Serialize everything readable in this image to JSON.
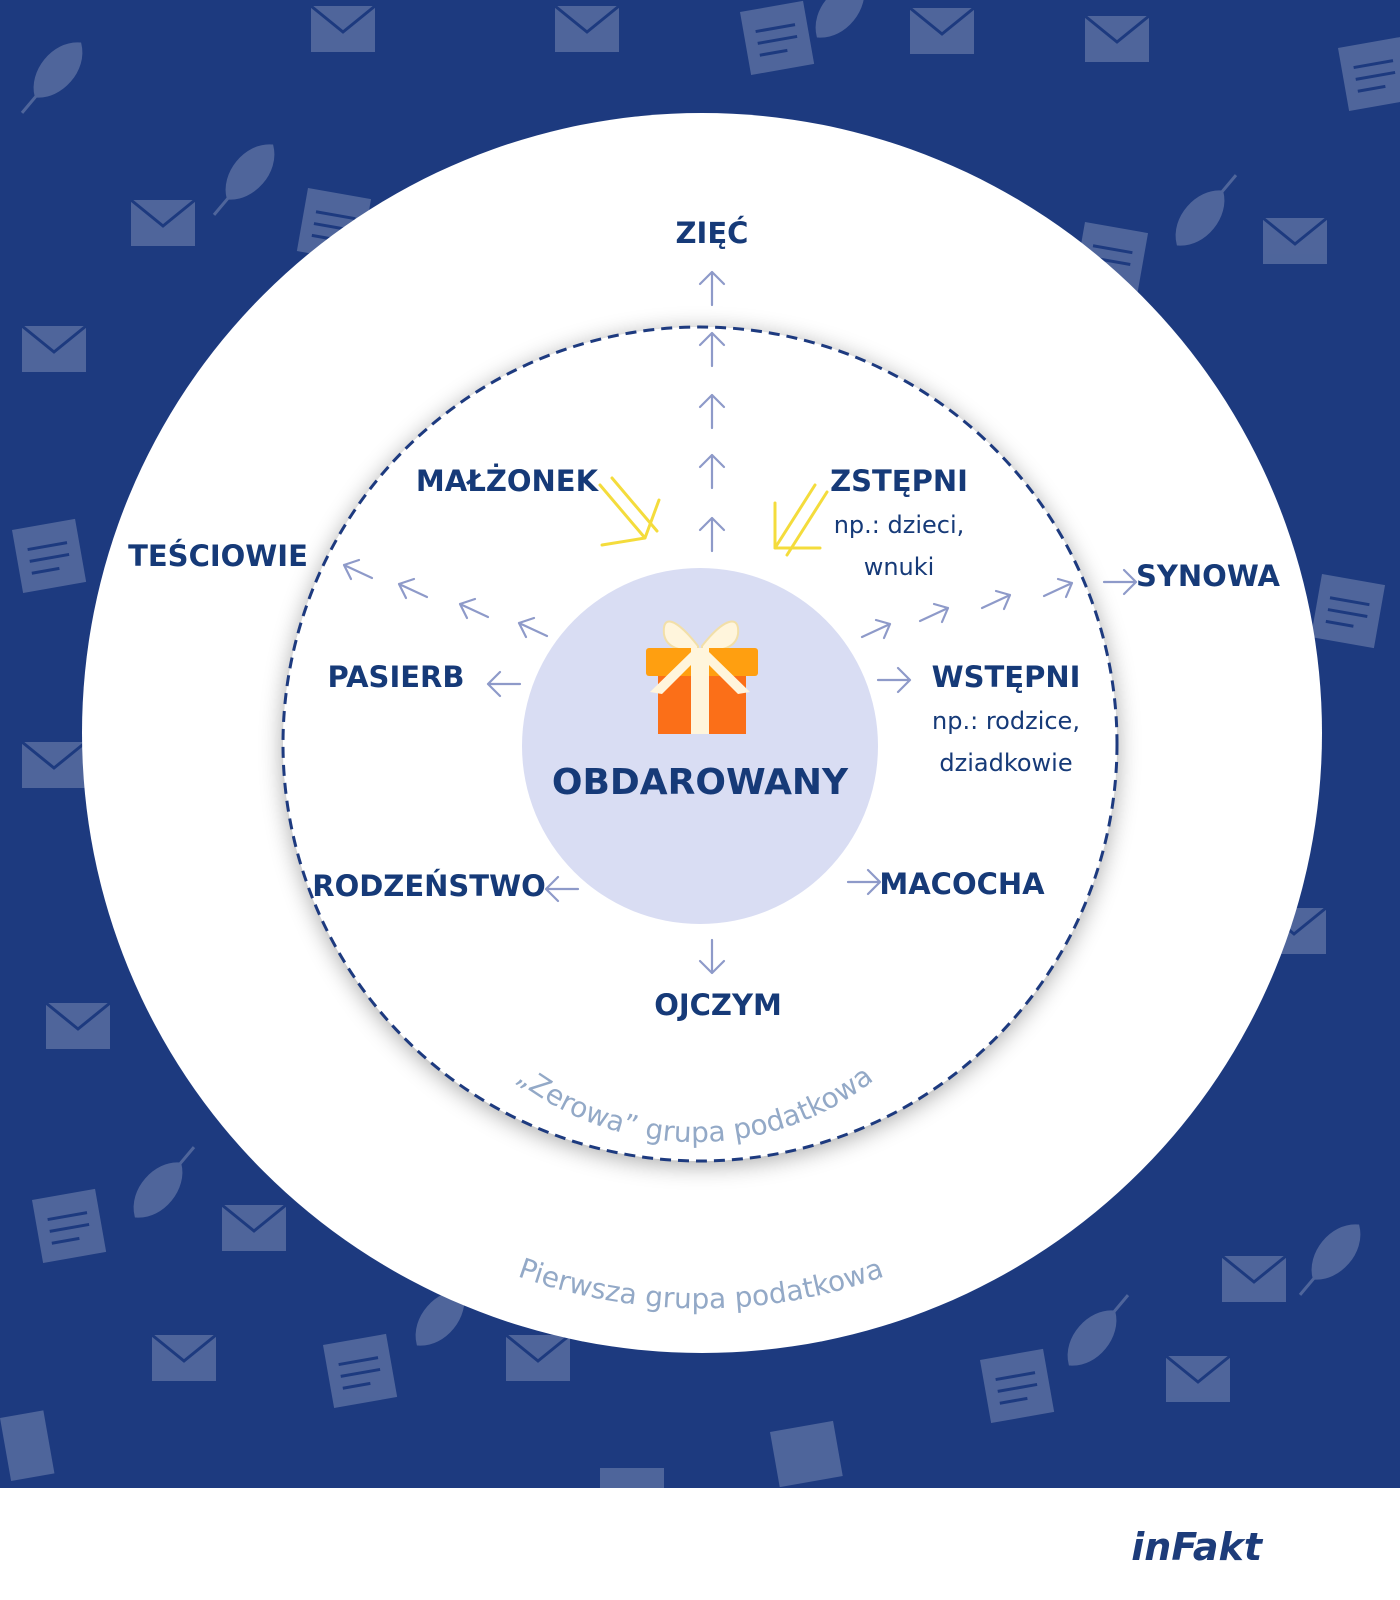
{
  "center": {
    "label": "OBDAROWANY",
    "icon": "gift-icon"
  },
  "inner_group": {
    "label": "„Zerowa” grupa podatkowa"
  },
  "outer_group": {
    "label": "Pierwsza grupa podatkowa"
  },
  "relations": {
    "malzonek": "MAŁŻONEK",
    "zstepni": "ZSTĘPNI",
    "zstepni_note_1": "np.: dzieci,",
    "zstepni_note_2": "wnuki",
    "wstepni": "WSTĘPNI",
    "wstepni_note_1": "np.: rodzice,",
    "wstepni_note_2": "dziadkowie",
    "pasierb": "PASIERB",
    "rodzenstwo": "RODZEŃSTWO",
    "macocha": "MACOCHA",
    "ojczym": "OJCZYM",
    "ziec": "ZIĘĆ",
    "tesciowie": "TEŚCIOWIE",
    "synowa": "SYNOWA"
  },
  "brand": {
    "logo": "inFakt"
  },
  "colors": {
    "background": "#1d3a7f",
    "text": "#163a78",
    "center_fill": "#d9ddf3",
    "arrow": "#8e9ac9",
    "highlight_arrow": "#f4dc3c",
    "ring_label": "#93a9c7"
  }
}
